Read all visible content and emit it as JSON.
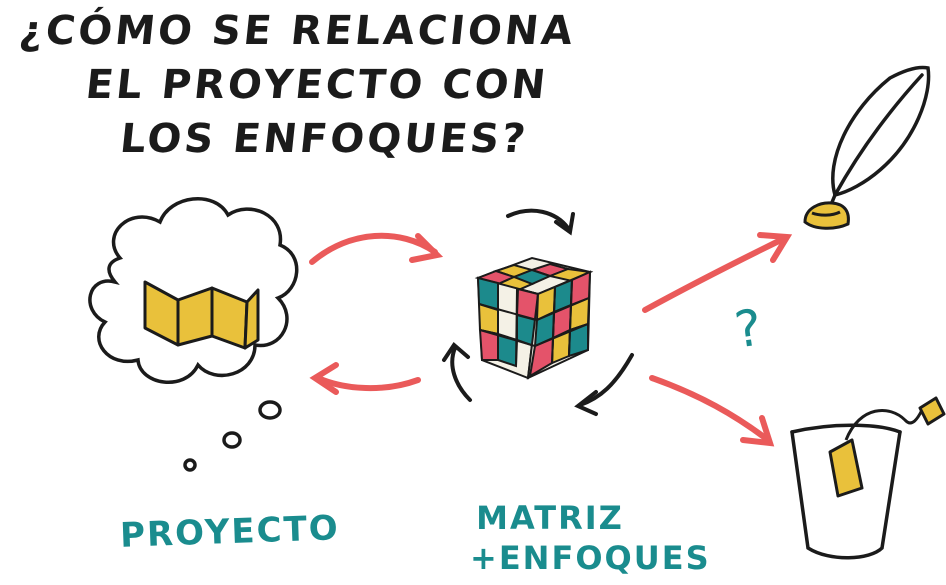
{
  "title": {
    "line1": "¿CÓMO SE RELACIONA",
    "line2": "EL PROYECTO CON",
    "line3": "LOS ENFOQUES?"
  },
  "labels": {
    "proyecto": "PROYECTO",
    "matriz_line1": "MATRIZ",
    "matriz_line2": "+ENFOQUES"
  },
  "question_mark": "?",
  "colors": {
    "ink": "#1b1b1b",
    "teal": "#1a8c8e",
    "arrow_red": "#ea5a5a",
    "yellow": "#e9c13b",
    "pink": "#e4536a",
    "cube_teal": "#1c8a8c"
  },
  "icons": [
    "thought-cloud-icon",
    "folded-map-icon",
    "rubiks-cube-icon",
    "quill-feather-icon",
    "ink-pot-icon",
    "tea-glass-icon",
    "tea-bag-icon"
  ]
}
